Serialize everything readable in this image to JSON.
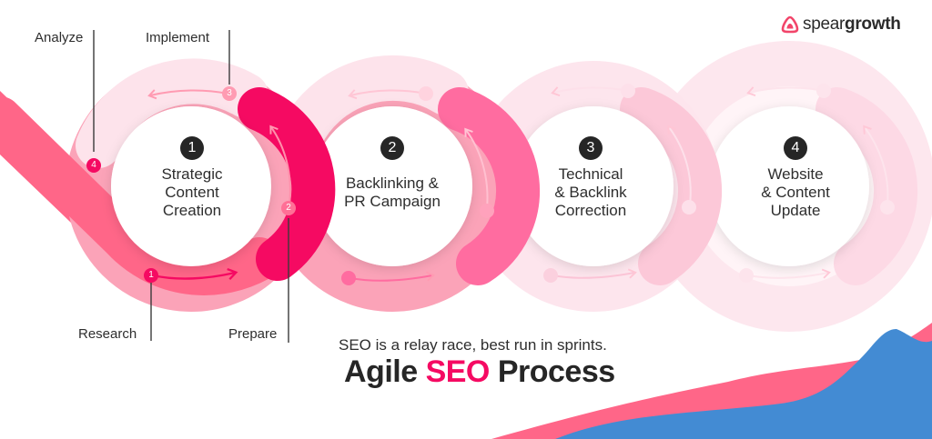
{
  "brand": {
    "name_light": "spear",
    "name_bold": "growth",
    "logo_color": "#f2456a"
  },
  "colors": {
    "accent": "#f50a62",
    "band": "#ff6688",
    "ring_light": "#fdd9e4",
    "ring_mid": "#fba3b8",
    "wave_blue": "#438bd3",
    "dark": "#262626"
  },
  "stages": [
    {
      "number": "1",
      "title_lines": [
        "Strategic",
        "Content",
        "Creation"
      ]
    },
    {
      "number": "2",
      "title_lines": [
        "Backlinking &",
        "PR Campaign"
      ]
    },
    {
      "number": "3",
      "title_lines": [
        "Technical",
        "& Backlink",
        "Correction"
      ]
    },
    {
      "number": "4",
      "title_lines": [
        "Website",
        "& Content",
        "Update"
      ]
    }
  ],
  "cycle_steps": [
    {
      "number": "1",
      "label": "Research"
    },
    {
      "number": "2",
      "label": "Prepare"
    },
    {
      "number": "3",
      "label": "Implement"
    },
    {
      "number": "4",
      "label": "Analyze"
    }
  ],
  "footer": {
    "tagline": "SEO is a relay race, best run in sprints.",
    "heading_pre": "Agile ",
    "heading_accent": "SEO",
    "heading_post": " Process"
  }
}
